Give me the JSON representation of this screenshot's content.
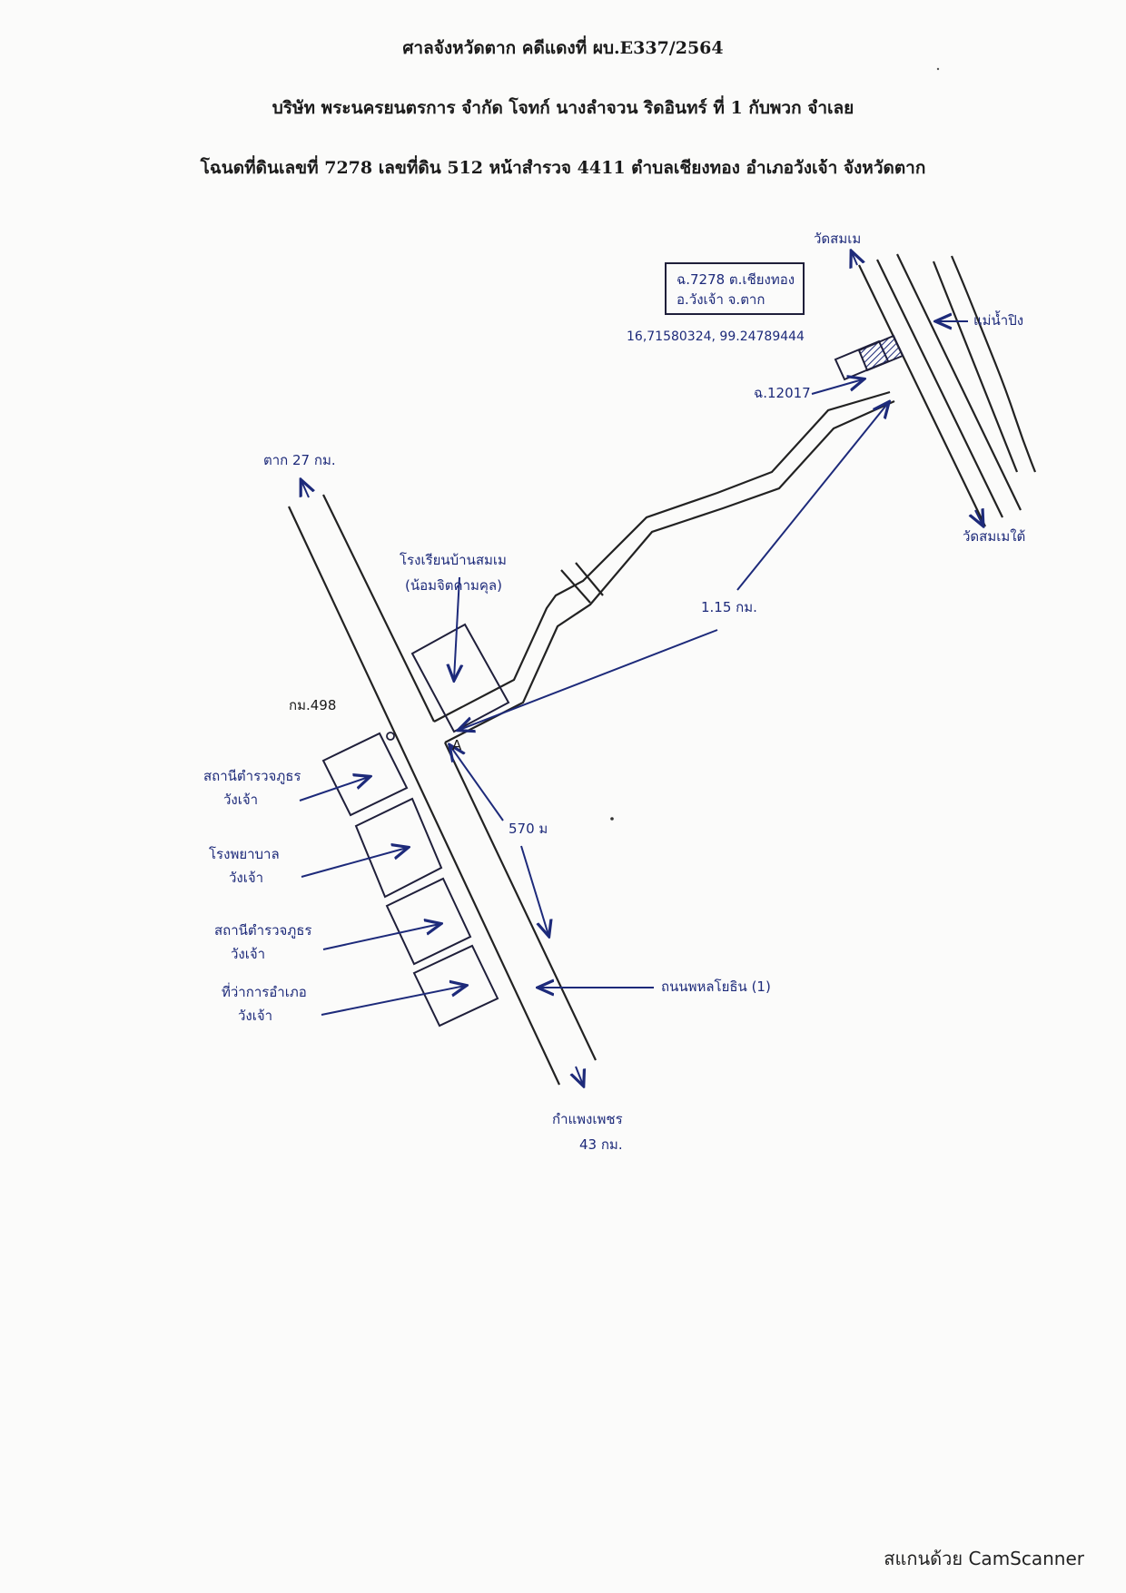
{
  "header": {
    "line1": "ศาลจังหวัดตาก คดีแดงที่ ผบ.E337/2564",
    "line2": "บริษัท พระนครยนตรการ จำกัด โจทก์ นางลำจวน ริดอินทร์ ที่ 1 กับพวก จำเลย",
    "line3": "โฉนดที่ดินเลขที่ 7278 เลขที่ดิน 512 หน้าสำรวจ 4411 ตำบลเชียงทอง อำเภอวังเจ้า จังหวัดตาก"
  },
  "map": {
    "deed_box_line1": "ฉ.7278 ต.เชียงทอง",
    "deed_box_line2": "อ.วังเจ้า จ.ตาก",
    "coordinates": "16,71580324, 99.24789444",
    "wat_north": "วัดสมเม",
    "wat_south": "วัดสมเมใต้",
    "river": "แม่น้ำปิง",
    "neighbor_deed": "ฉ.12017",
    "tak_direction": "ตาก 27 กม.",
    "factory_line1": "โรงเรียนบ้านสมเม",
    "factory_line2": "(น้อมจิตคามคุล)",
    "distance_long": "1.15 กม.",
    "km_marker": "กม.498",
    "distance_short": "570 ม",
    "point_a": "A",
    "police_line1": "สถานีตำรวจภูธร",
    "police_line2": "วังเจ้า",
    "hospital_line1": "โรงพยาบาล",
    "hospital_line2": "วังเจ้า",
    "station_line1": "สถานีตำรวจภูธร",
    "station_line2": "วังเจ้า",
    "district_line1": "ที่ว่าการอำเภอ",
    "district_line2": "วังเจ้า",
    "highway": "ถนนพหลโยธิน (1)",
    "kamphaeng_line1": "กำแพงเพชร",
    "kamphaeng_line2": "43 กม."
  },
  "footer": {
    "scanner": "สแกนด้วย CamScanner"
  }
}
